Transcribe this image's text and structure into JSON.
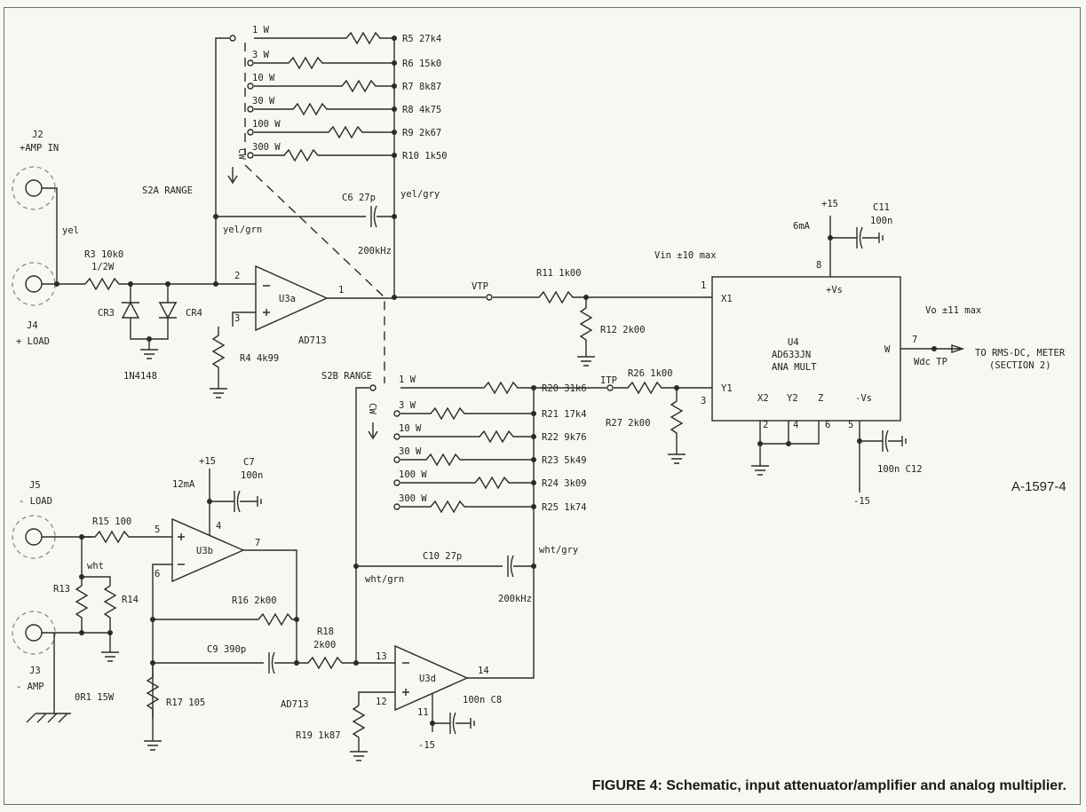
{
  "figure_id": "A-1597-4",
  "caption": "FIGURE 4: Schematic, input attenuator/amplifier and analog multiplier.",
  "connectors": {
    "j2": [
      "J2",
      "+AMP IN"
    ],
    "j4": [
      "J4",
      "+ LOAD"
    ],
    "j5": [
      "J5",
      "- LOAD"
    ],
    "j3": [
      "J3",
      "- AMP"
    ]
  },
  "switches": {
    "s2a": "S2A RANGE",
    "s2b": "S2B RANGE",
    "cw_a": "CW",
    "cw_b": "CW"
  },
  "wires": {
    "yel": "yel",
    "yel_grn": "yel/grn",
    "yel_gry": "yel/gry",
    "wht": "wht",
    "wht_grn": "wht/grn",
    "wht_gry": "wht/gry"
  },
  "range_a": [
    {
      "pos": "1 W",
      "res": "R5 27k4"
    },
    {
      "pos": "3 W",
      "res": "R6 15k0"
    },
    {
      "pos": "10 W",
      "res": "R7 8k87"
    },
    {
      "pos": "30 W",
      "res": "R8 4k75"
    },
    {
      "pos": "100 W",
      "res": "R9 2k67"
    },
    {
      "pos": "300 W",
      "res": "R10 1k50"
    }
  ],
  "range_b": [
    {
      "pos": "1 W",
      "res": "R20 31k6"
    },
    {
      "pos": "3 W",
      "res": "R21 17k4"
    },
    {
      "pos": "10 W",
      "res": "R22 9k76"
    },
    {
      "pos": "30 W",
      "res": "R23 5k49"
    },
    {
      "pos": "100 W",
      "res": "R24 3k09"
    },
    {
      "pos": "300 W",
      "res": "R25 1k74"
    }
  ],
  "parts": {
    "r3": [
      "R3 10k0",
      "1/2W"
    ],
    "cr3": "CR3",
    "cr4": "CR4",
    "diode": "1N4148",
    "r4": "R4 4k99",
    "u3a": "U3a",
    "ad713_a": "AD713",
    "c6": "C6 27p",
    "f200a": "200kHz",
    "vtp": "VTP",
    "r11": "R11 1k00",
    "r12": "R12 2k00",
    "itp": "ITP",
    "r26": "R26 1k00",
    "r27": "R27 2k00",
    "r15": "R15 100",
    "r13": "R13",
    "r14": "R14",
    "or1": "0R1 15W",
    "u3b": "U3b",
    "p15_b": "+15",
    "ma12": "12mA",
    "c7": [
      "C7",
      "100n"
    ],
    "r16": "R16 2k00",
    "c9": "C9 390p",
    "r17": "R17 105",
    "ad713_b": "AD713",
    "r18": [
      "R18",
      "2k00"
    ],
    "u3d": "U3d",
    "r19": "R19 1k87",
    "c8": "100n C8",
    "m15_d": "-15",
    "c10": "C10 27p",
    "f200b": "200kHz"
  },
  "pins": {
    "u3a_2": "2",
    "u3a_3": "3",
    "u3a_1": "1",
    "u3b_5": "5",
    "u3b_6": "6",
    "u3b_4": "4",
    "u3b_7": "7",
    "u3d_13": "13",
    "u3d_12": "12",
    "u3d_11": "11",
    "u3d_14": "14",
    "u4_1": "1",
    "u4_3": "3",
    "u4_8": "8",
    "u4_2": "2",
    "u4_4": "4",
    "u4_6": "6",
    "u4_5": "5",
    "u4_7": "7"
  },
  "multiplier": {
    "name": "U4",
    "part": "AD633JN",
    "desc": "ANA MULT",
    "x1": "X1",
    "y1": "Y1",
    "x2": "X2",
    "y2": "Y2",
    "z": "Z",
    "pvs": "+Vs",
    "nvs": "-Vs",
    "w": "W",
    "p15": "+15",
    "ma6": "6mA",
    "c11": [
      "C11",
      "100n"
    ],
    "vin": "Vin ±10 max",
    "vo": "Vo ±11 max",
    "wdc": "Wdc TP",
    "out": [
      "TO RMS-DC, METER",
      "(SECTION 2)"
    ],
    "c12": "100n C12",
    "m15": "-15"
  }
}
